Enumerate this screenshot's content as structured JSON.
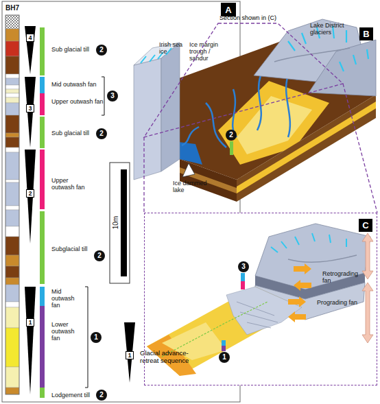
{
  "diagram": {
    "nodes": [
      {
        "text": [
          "A"
        ]
      },
      {
        "text": [
          "4"
        ]
      },
      {
        "text": [
          "3"
        ]
      },
      {
        "text": [
          "2"
        ]
      },
      {
        "text": [
          "1"
        ]
      },
      {
        "text": [
          "1"
        ]
      },
      {
        "text": [
          "2"
        ]
      },
      {
        "text": [
          "3"
        ]
      },
      {
        "text": [
          "2"
        ]
      },
      {
        "text": [
          "2"
        ]
      },
      {
        "text": [
          "1"
        ]
      },
      {
        "text": [
          "2"
        ]
      },
      {
        "text": [
          "Section shown in (C)"
        ]
      },
      {
        "text": [
          "B"
        ]
      },
      {
        "text": [
          "2"
        ]
      },
      {
        "text": [
          "C"
        ]
      },
      {
        "text": [
          "3"
        ],
        "in": 15
      },
      {
        "text": [
          "1"
        ],
        "in": 15
      }
    ],
    "edges": [
      {
        "from": 12,
        "to": 15,
        "arrow": "none"
      },
      {
        "from": 12,
        "to": 15,
        "arrow": "none"
      }
    ],
    "labels": [
      "BH7",
      "Sub glacial till",
      "Mid outwash fan",
      "Upper outwash fan",
      "Sub glacial till",
      "Upper outwash fan",
      "Subglacial till",
      "Mid outwash fan",
      "Lower outwash fan",
      "Lodgement till",
      "10m",
      "Irish sea ice",
      "Ice margin trough / sandur",
      "Lake District glaciers",
      "Ice dammed lake",
      "Retrograding fan",
      "Prograding fan"
    ],
    "legend": [
      {
        "text": "Glacial advance-retreat sequence"
      }
    ]
  }
}
